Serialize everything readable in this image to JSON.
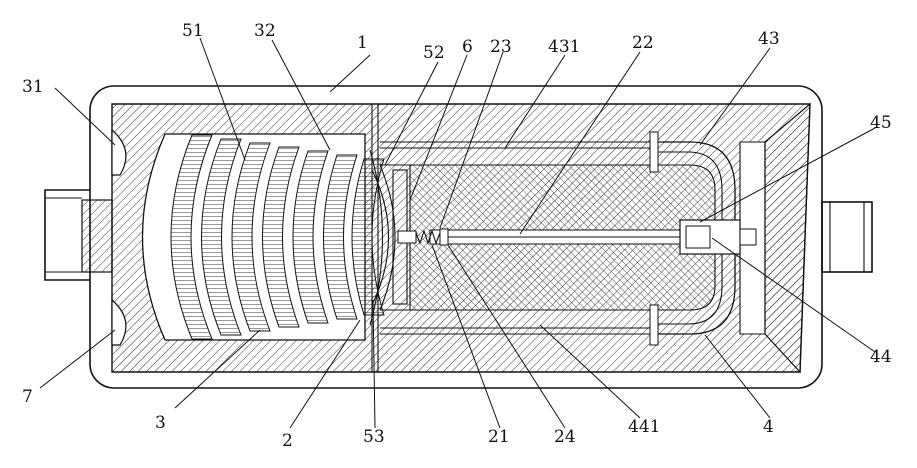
{
  "labels": {
    "l1": "1",
    "l2": "2",
    "l3": "3",
    "l4": "4",
    "l6": "6",
    "l7": "7",
    "l21": "21",
    "l22": "22",
    "l23": "23",
    "l24": "24",
    "l31": "31",
    "l32": "32",
    "l43": "43",
    "l44": "44",
    "l45": "45",
    "l51": "51",
    "l52": "52",
    "l53": "53",
    "l431": "431",
    "l441": "441"
  }
}
